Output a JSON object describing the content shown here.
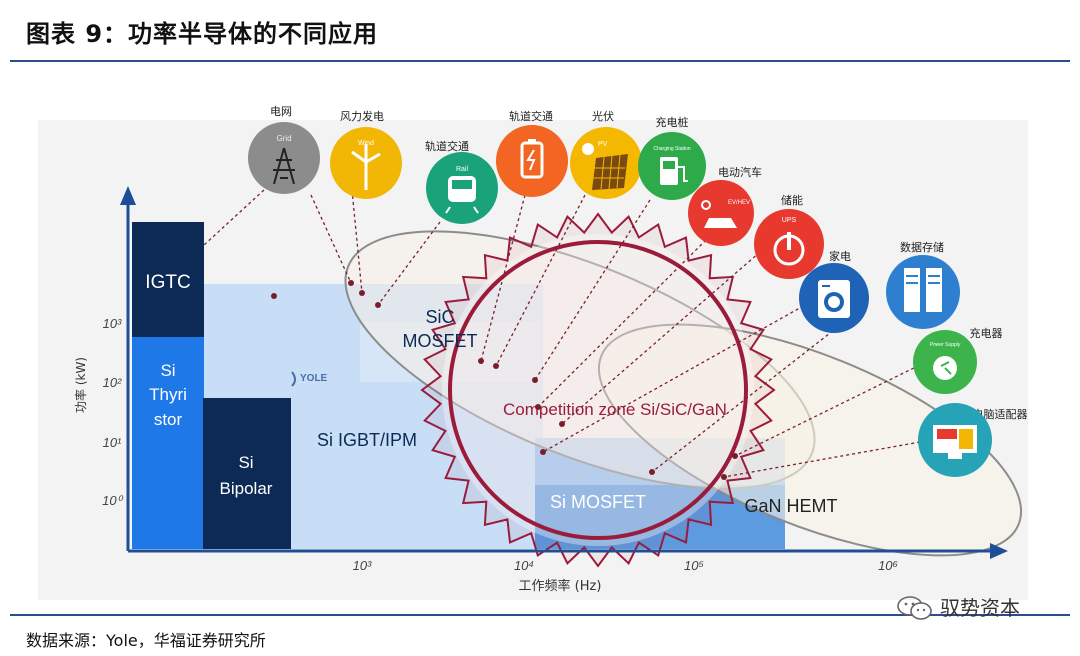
{
  "page": {
    "title": "图表 9：功率半导体的不同应用",
    "source": "数据来源：Yole，华福证券研究所",
    "watermark": "驭势资本"
  },
  "axes": {
    "ylabel": "功率 (kW)",
    "xlabel": "工作频率 (Hz)",
    "yticks": [
      "10³",
      "10²",
      "10¹",
      "10⁰"
    ],
    "xticks": [
      "10³",
      "10⁴",
      "10⁵",
      "10⁶"
    ]
  },
  "regions": {
    "igtc": "IGTC",
    "si_thyristor": [
      "Si",
      "Thyri",
      "stor"
    ],
    "si_bipolar": [
      "Si",
      "Bipolar"
    ],
    "si_igbt": "Si IGBT/IPM",
    "sic_mosfet": [
      "SiC",
      "MOSFET"
    ],
    "si_mosfet": "Si MOSFET",
    "gan_hemt": "GaN HEMT",
    "competition": "Competition zone Si/SiC/GaN",
    "logo": "YOLE"
  },
  "applications": [
    {
      "label": "电网",
      "icon_text": "Grid",
      "icon": "power-tower-icon",
      "color": "#8c8c8c"
    },
    {
      "label": "风力发电",
      "icon_text": "Wind",
      "icon": "wind-turbine-icon",
      "color": "#f2b705"
    },
    {
      "label": "轨道交通",
      "icon_text": "Rail",
      "icon": "train-icon",
      "color": "#1aa37a"
    },
    {
      "label": "轨道交通",
      "icon_text": "",
      "icon": "battery-icon",
      "color": "#f26522"
    },
    {
      "label": "光伏",
      "icon_text": "PV",
      "icon": "solar-panel-icon",
      "color": "#f5b800"
    },
    {
      "label": "充电桩",
      "icon_text": "Charging Station",
      "icon": "charging-station-icon",
      "color": "#2eaa4a"
    },
    {
      "label": "电动汽车",
      "icon_text": "EV/HEV",
      "icon": "electric-car-icon",
      "color": "#e8392e"
    },
    {
      "label": "储能",
      "icon_text": "UPS",
      "icon": "power-button-icon",
      "color": "#e8392e"
    },
    {
      "label": "家电",
      "icon_text": "",
      "icon": "washing-machine-icon",
      "color": "#1e63b5"
    },
    {
      "label": "数据存储",
      "icon_text": "",
      "icon": "server-icon",
      "color": "#2f7fd1"
    },
    {
      "label": "充电器",
      "icon_text": "Power Supply",
      "icon": "power-plug-icon",
      "color": "#3cb44b"
    },
    {
      "label": "电脑适配器",
      "icon_text": "",
      "icon": "monitor-icon",
      "color": "#27a3b8"
    }
  ],
  "colors": {
    "dark_navy": "#0c2a55",
    "blue": "#1f78e8",
    "light_blue": "#bcd8f5",
    "mid_blue": "#8fbcec",
    "competition_red": "#9b1c3a",
    "rule": "#2a4d8c"
  }
}
